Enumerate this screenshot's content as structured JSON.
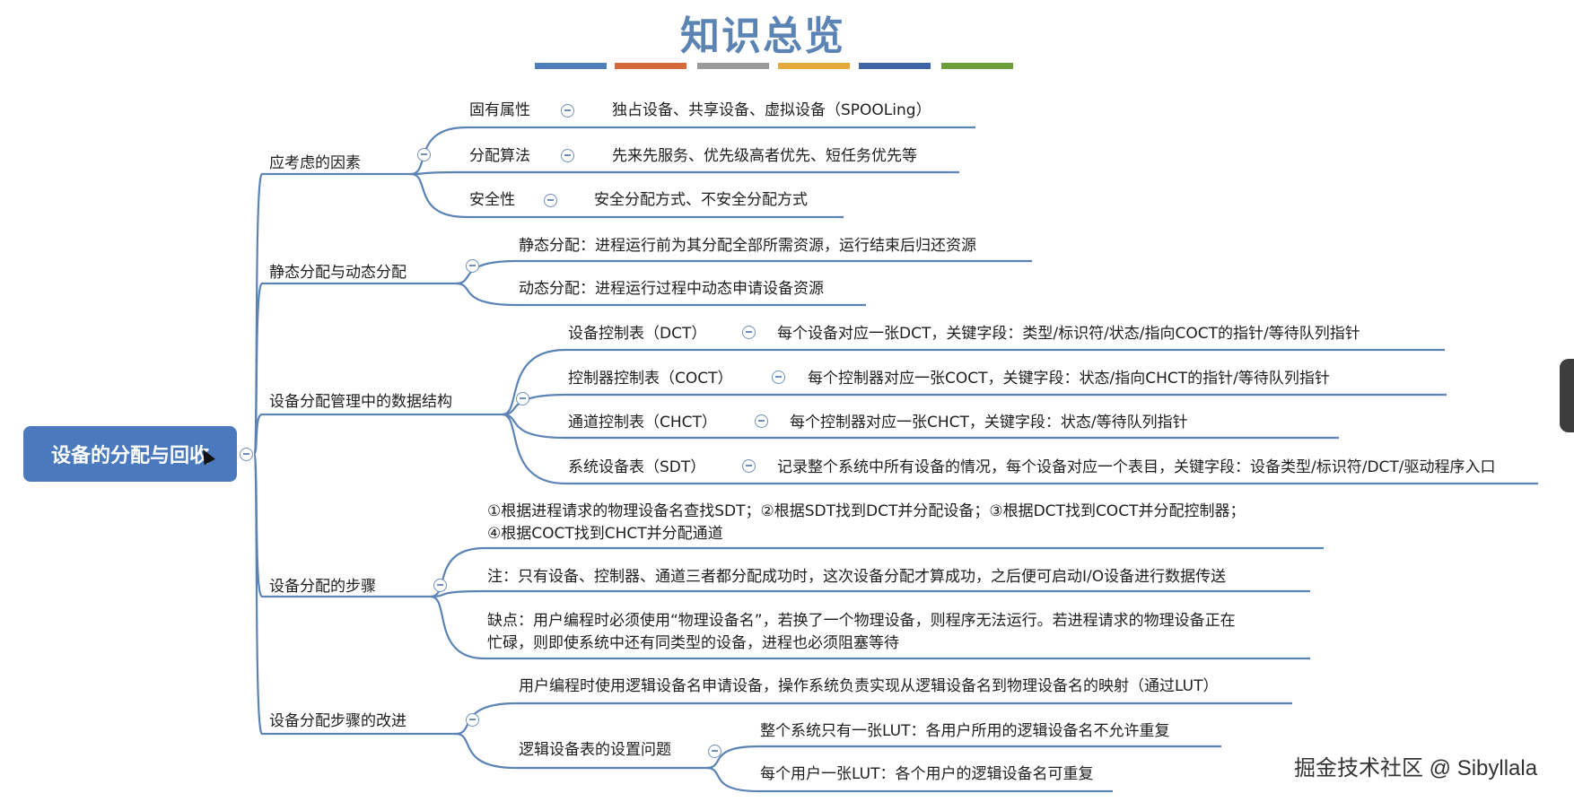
{
  "title": "知识总览",
  "palette": [
    "#4f7fb8",
    "#d5693a",
    "#9a9a9a",
    "#e3a93b",
    "#3e65a6",
    "#6e9d3c"
  ],
  "root": {
    "label": "设备的分配与回收"
  },
  "branches": [
    {
      "label": "应考虑的因素",
      "children": [
        {
          "label": "固有属性",
          "detail": "独占设备、共享设备、虚拟设备（SPOOLing）"
        },
        {
          "label": "分配算法",
          "detail": "先来先服务、优先级高者优先、短任务优先等"
        },
        {
          "label": "安全性",
          "detail": "安全分配方式、不安全分配方式"
        }
      ]
    },
    {
      "label": "静态分配与动态分配",
      "children": [
        {
          "label": "静态分配：进程运行前为其分配全部所需资源，运行结束后归还资源"
        },
        {
          "label": "动态分配：进程运行过程中动态申请设备资源"
        }
      ]
    },
    {
      "label": "设备分配管理中的数据结构",
      "children": [
        {
          "label": "设备控制表（DCT）",
          "detail": "每个设备对应一张DCT，关键字段：类型/标识符/状态/指向COCT的指针/等待队列指针"
        },
        {
          "label": "控制器控制表（COCT）",
          "detail": "每个控制器对应一张COCT，关键字段：状态/指向CHCT的指针/等待队列指针"
        },
        {
          "label": "通道控制表（CHCT）",
          "detail": "每个控制器对应一张CHCT，关键字段：状态/等待队列指针"
        },
        {
          "label": "系统设备表（SDT）",
          "detail": "记录整个系统中所有设备的情况，每个设备对应一个表目，关键字段：设备类型/标识符/DCT/驱动程序入口"
        }
      ]
    },
    {
      "label": "设备分配的步骤",
      "children": [
        {
          "label": "①根据进程请求的物理设备名查找SDT；②根据SDT找到DCT并分配设备；③根据DCT找到COCT并分配控制器；\n④根据COCT找到CHCT并分配通道"
        },
        {
          "label": "注：只有设备、控制器、通道三者都分配成功时，这次设备分配才算成功，之后便可启动I/O设备进行数据传送"
        },
        {
          "label": "缺点：用户编程时必须使用“物理设备名”，若换了一个物理设备，则程序无法运行。若进程请求的物理设备正在\n忙碌，则即使系统中还有同类型的设备，进程也必须阻塞等待"
        }
      ]
    },
    {
      "label": "设备分配步骤的改进",
      "children": [
        {
          "label": "用户编程时使用逻辑设备名申请设备，操作系统负责实现从逻辑设备名到物理设备名的映射（通过LUT）"
        },
        {
          "label": "逻辑设备表的设置问题",
          "children": [
            {
              "label": "整个系统只有一张LUT：各用户所用的逻辑设备名不允许重复"
            },
            {
              "label": "每个用户一张LUT：各个用户的逻辑设备名可重复"
            }
          ]
        }
      ]
    }
  ],
  "watermark": "掘金技术社区 @ Sibyllala"
}
